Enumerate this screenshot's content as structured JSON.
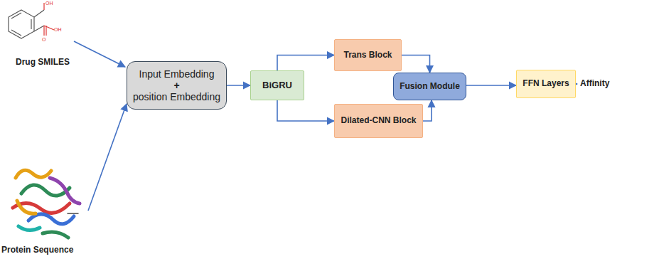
{
  "diagram": {
    "nodes": [
      {
        "text": [
          "Input Embedding",
          "+",
          "position Embedding"
        ]
      },
      {
        "text": [
          "BiGRU"
        ]
      },
      {
        "text": [
          "Trans Block"
        ]
      },
      {
        "text": [
          "Dilated-CNN Block"
        ]
      },
      {
        "text": [
          "Fusion Module"
        ]
      },
      {
        "text": [
          "FFN Layers"
        ]
      }
    ],
    "edges": [
      {
        "from": 0,
        "to": 1,
        "arrow": "to"
      },
      {
        "from": 1,
        "to": 2,
        "arrow": "to"
      },
      {
        "from": 1,
        "to": 3,
        "arrow": "to"
      },
      {
        "from": 2,
        "to": 4,
        "arrow": "to"
      },
      {
        "from": 3,
        "to": 4,
        "arrow": "to"
      },
      {
        "from": 4,
        "to": 5,
        "arrow": "to"
      }
    ],
    "labels": [
      "Drug SMILES",
      "Protein Sequence",
      "Affinity"
    ]
  }
}
